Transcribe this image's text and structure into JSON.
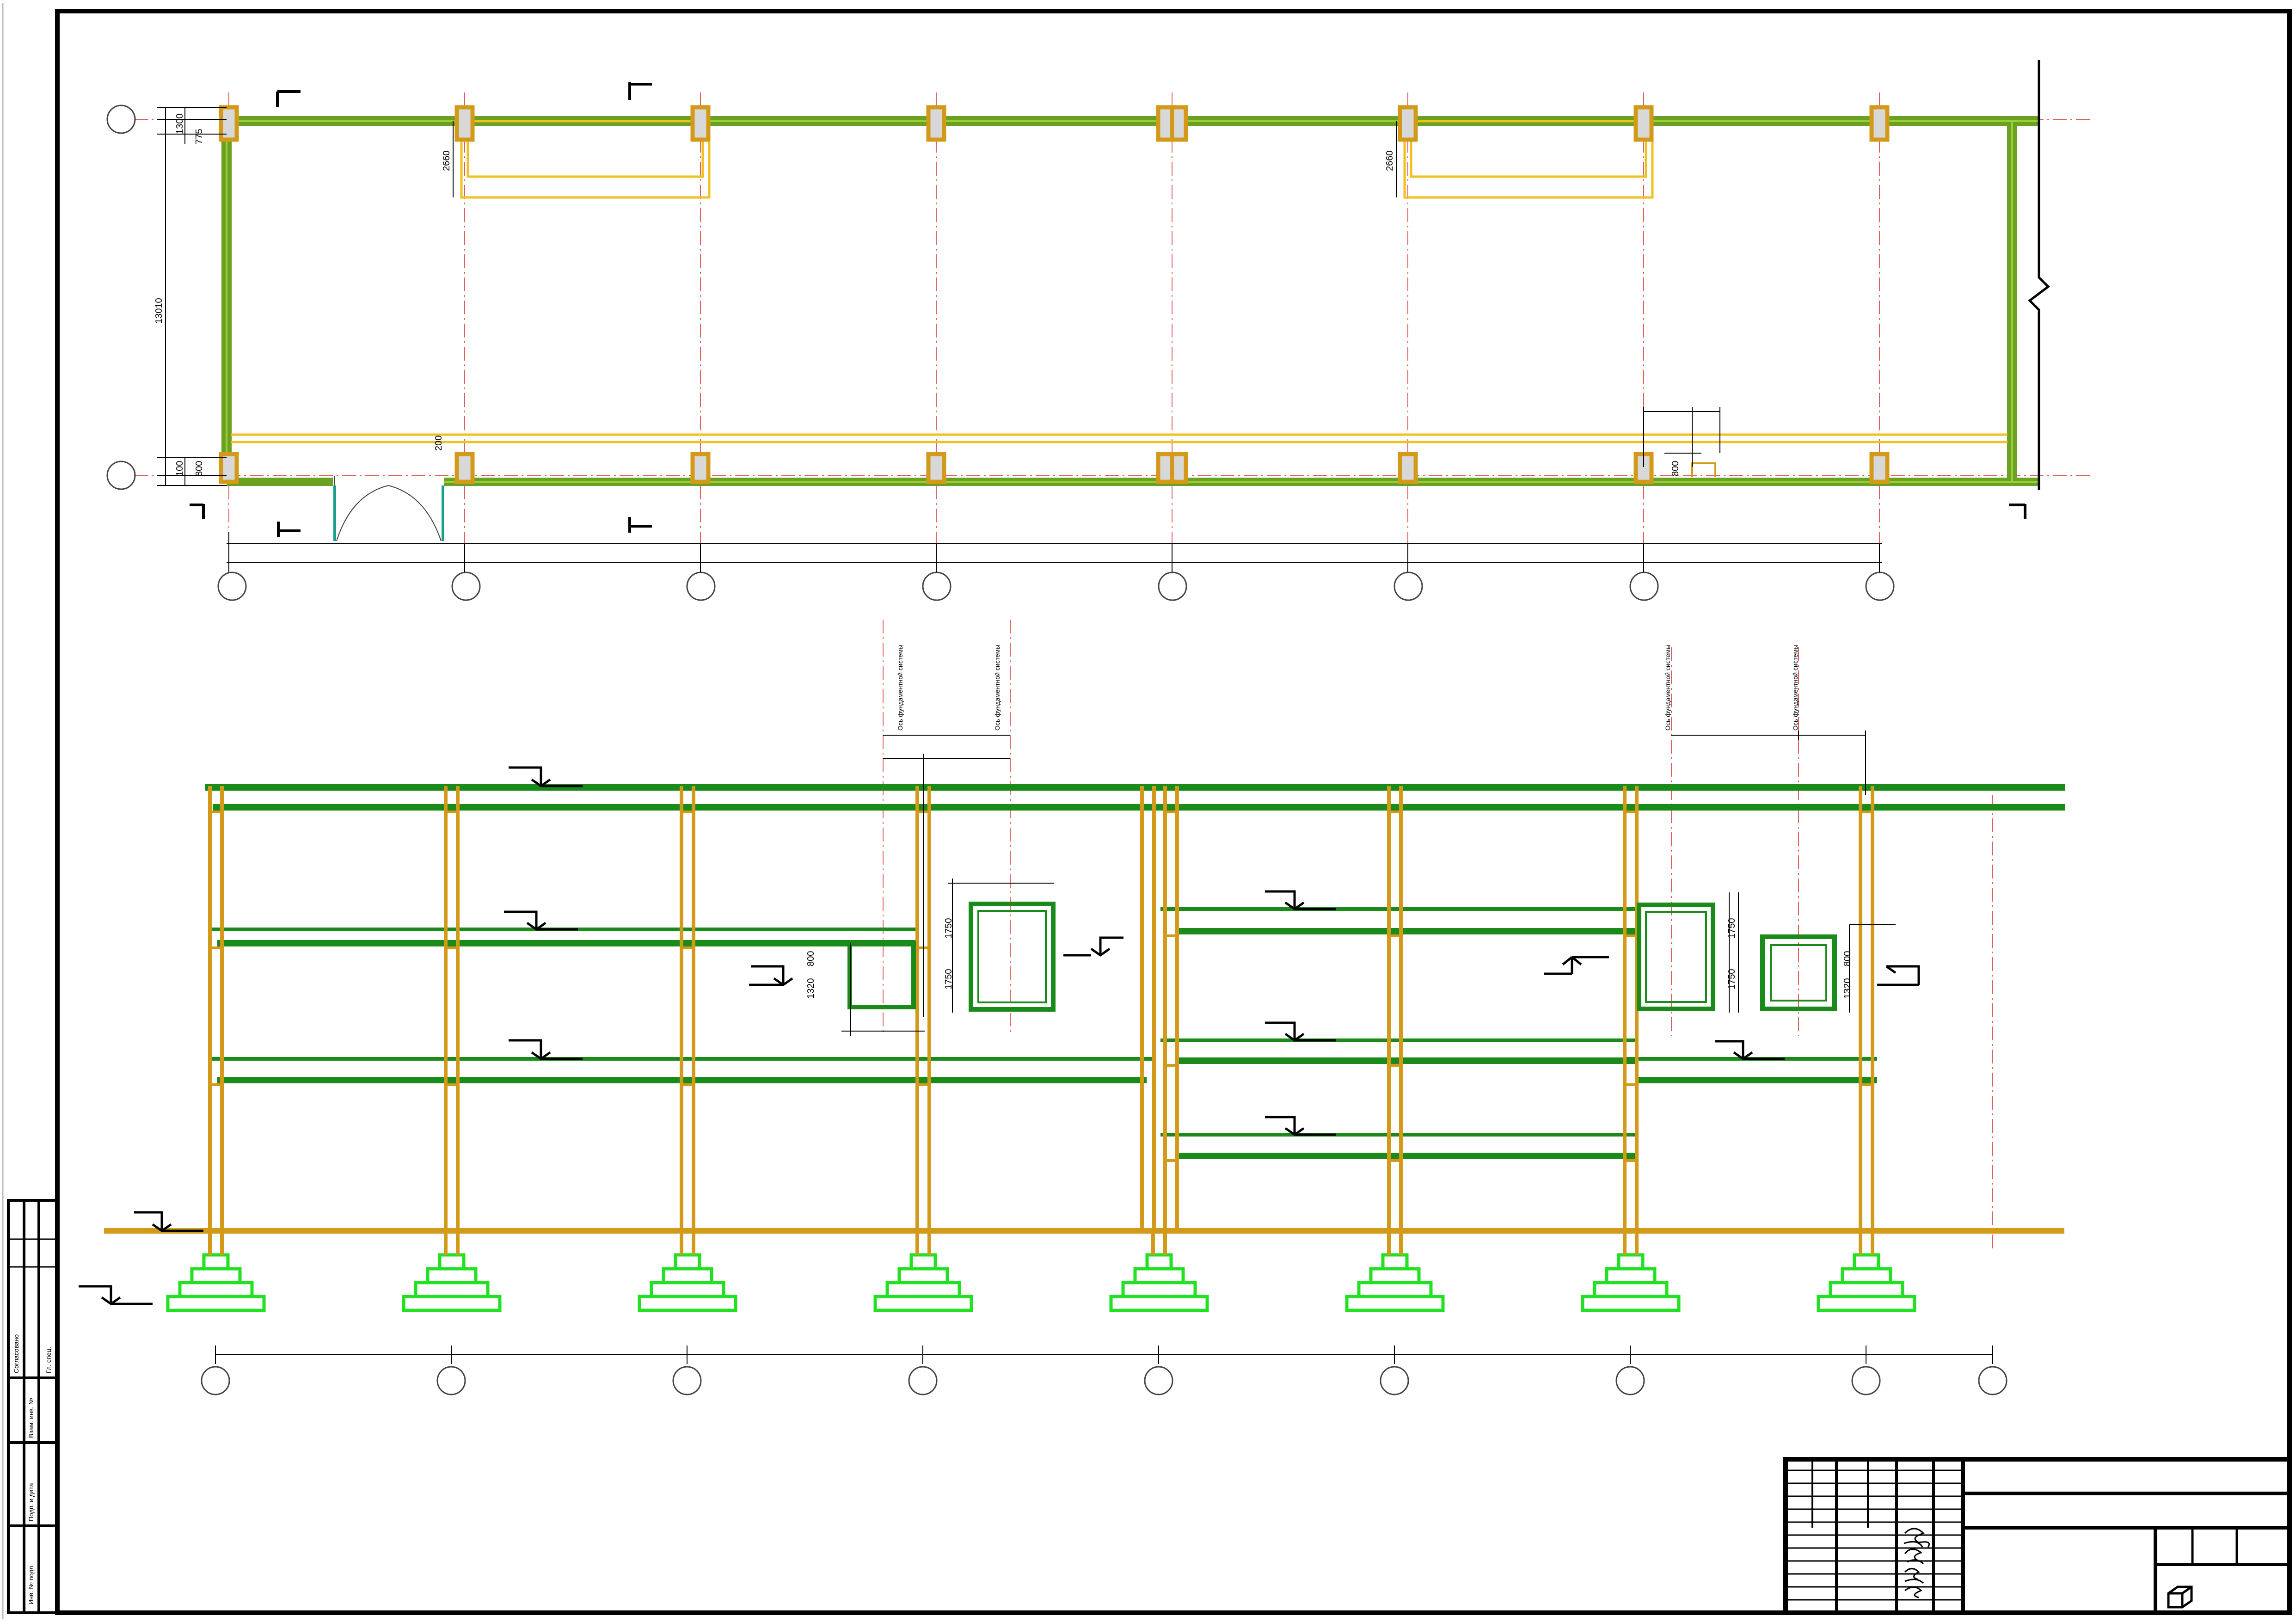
{
  "plan": {
    "dim_top_1300": "1300",
    "dim_top_775": "775",
    "dim_height_13010": "13010",
    "dim_window_left": "2660",
    "dim_window_right": "2660",
    "dim_bottom_100": "100",
    "dim_bottom_800": "800",
    "dim_mid_200": "200",
    "dim_opening_800": "800"
  },
  "elevation": {
    "leader_left": "Ось фундаментной системы",
    "leader_right": "Ось фундаментной системы",
    "dim_800_left": "800",
    "dim_1320_left": "1320",
    "dim_1750_a": "1750",
    "dim_1750_b": "1750",
    "dim_1750_c": "1750",
    "dim_1750_d": "1750",
    "dim_800_right": "800",
    "dim_1320_right": "1320"
  },
  "side_stamp": {
    "label_1": "Согласовано",
    "label_2": "Инв. № подл.",
    "label_3": "Подп. и дата",
    "label_4": "Взам. инв. №",
    "label_5": "Гл. спец."
  },
  "colors": {
    "frame": "#000000",
    "wall_green": "#6aa121",
    "column_orange": "#d39a1a",
    "beam_green": "#1a8a1a",
    "footing_green": "#22e022",
    "axis_red": "#e06060",
    "door_teal": "#1aa08a",
    "window_yellow": "#f0c020"
  }
}
